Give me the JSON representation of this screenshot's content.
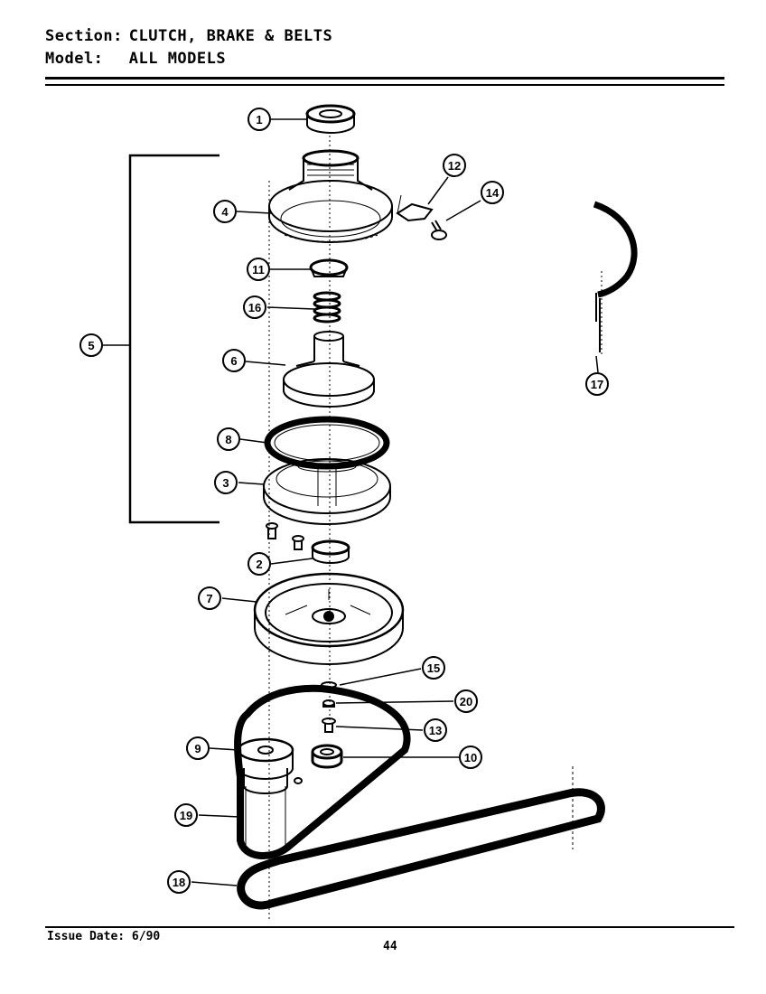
{
  "header": {
    "section_label": "Section:",
    "section_value": "CLUTCH, BRAKE & BELTS",
    "model_label": "Model:",
    "model_value": "ALL MODELS"
  },
  "callouts": [
    "1",
    "2",
    "3",
    "4",
    "5",
    "6",
    "7",
    "8",
    "9",
    "10",
    "11",
    "12",
    "13",
    "14",
    "15",
    "16",
    "17",
    "18",
    "19",
    "20"
  ],
  "footer": {
    "issue_date": "Issue Date: 6/90",
    "page_number": "44"
  }
}
